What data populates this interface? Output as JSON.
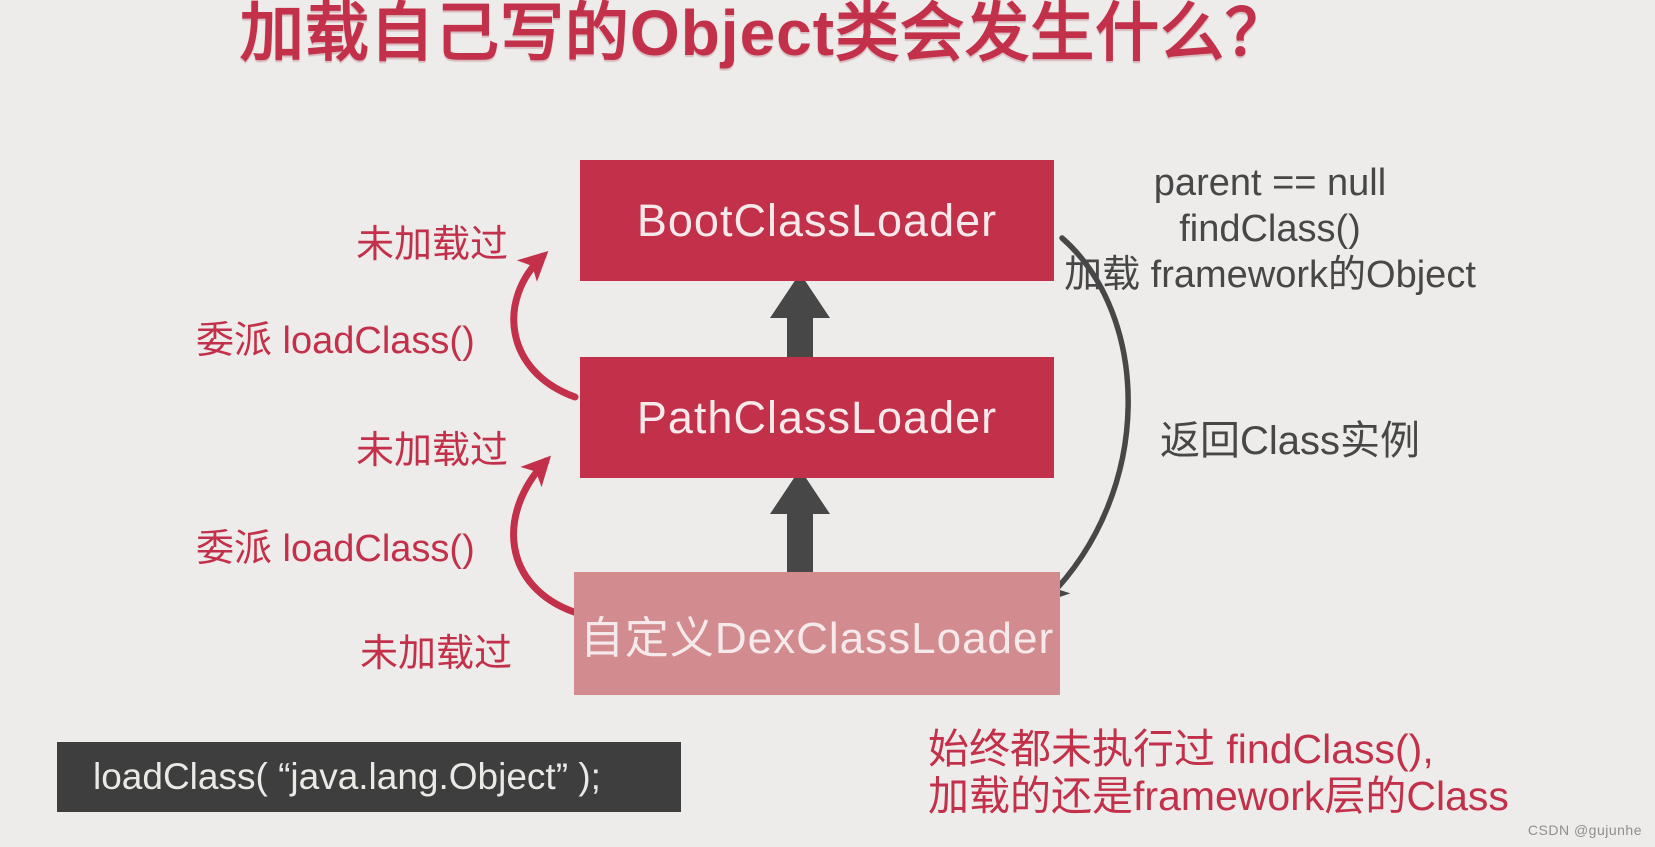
{
  "title": "加载自己写的Object类会发生什么？",
  "colors": {
    "background": "#EDECEB",
    "red": "#C23149",
    "light_red": "#D28C90",
    "dark": "#474747",
    "code_bg": "#3E3E3E",
    "code_text": "#E9E9E5",
    "box_text": "#F6E9EB",
    "watermark": "#8F8F8F"
  },
  "diagram": {
    "boxes": [
      {
        "id": "boot",
        "label": "BootClassLoader"
      },
      {
        "id": "path",
        "label": "PathClassLoader"
      },
      {
        "id": "dex",
        "label": "自定义DexClassLoader"
      }
    ],
    "left_labels": [
      {
        "text": "未加载过"
      },
      {
        "text": "委派 loadClass()"
      },
      {
        "text": "未加载过"
      },
      {
        "text": "委派 loadClass()"
      },
      {
        "text": "未加载过"
      }
    ],
    "right_note": {
      "lines": [
        "parent == null",
        "findClass()",
        "加载 framework的Object"
      ]
    },
    "return_label": "返回Class实例"
  },
  "code": {
    "text": "loadClass( “java.lang.Object” );"
  },
  "bottom_note": {
    "lines": [
      "始终都未执行过 findClass(),",
      "加载的还是framework层的Class"
    ]
  },
  "watermark": "CSDN @gujunhe"
}
